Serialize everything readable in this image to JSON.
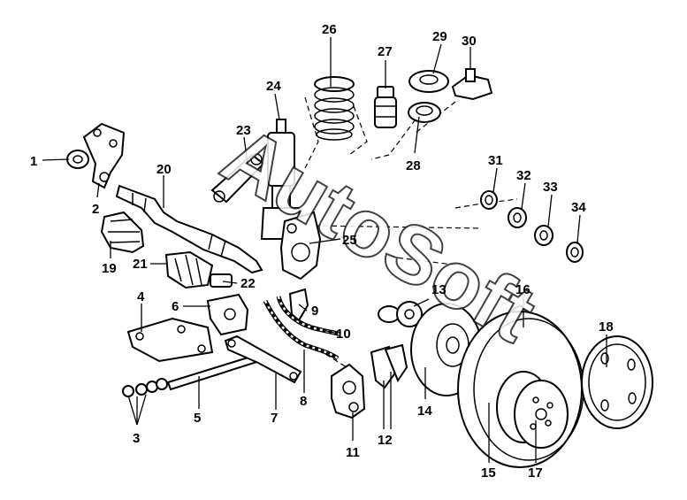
{
  "watermark": "AutoSoft",
  "callouts": [
    "1",
    "2",
    "3",
    "4",
    "5",
    "6",
    "7",
    "8",
    "9",
    "10",
    "11",
    "12",
    "13",
    "14",
    "15",
    "16",
    "17",
    "18",
    "19",
    "20",
    "21",
    "22",
    "23",
    "24",
    "25",
    "26",
    "27",
    "28",
    "29",
    "30",
    "31",
    "32",
    "33",
    "34"
  ]
}
